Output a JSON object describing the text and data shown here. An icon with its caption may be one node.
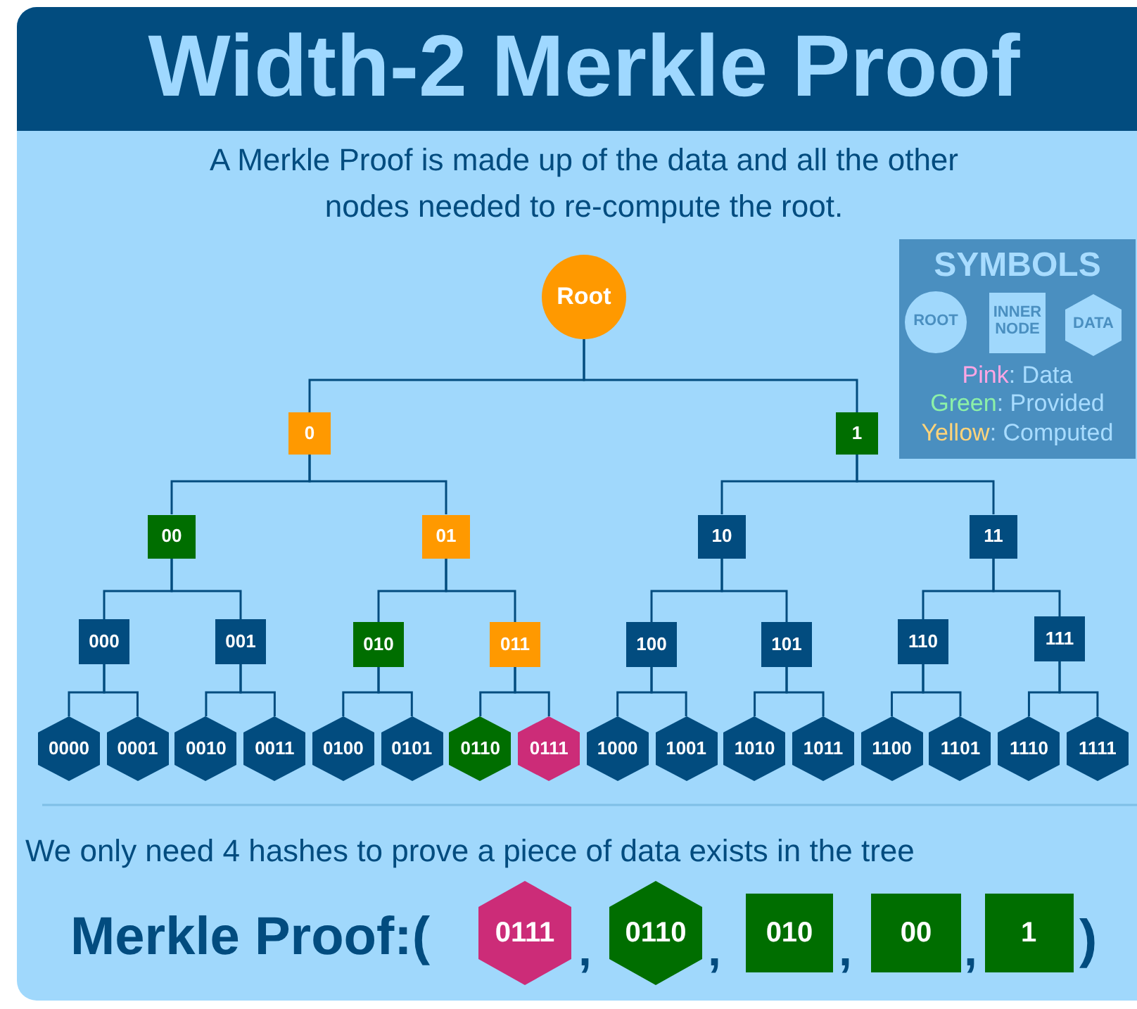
{
  "diagram": {
    "title": "Width-2 Merkle Proof",
    "nodes": [
      {
        "text": [
          "Root"
        ]
      },
      {
        "text": [
          "0"
        ]
      },
      {
        "text": [
          "1"
        ]
      },
      {
        "text": [
          "00"
        ]
      },
      {
        "text": [
          "01"
        ]
      },
      {
        "text": [
          "10"
        ]
      },
      {
        "text": [
          "11"
        ]
      },
      {
        "text": [
          "000"
        ]
      },
      {
        "text": [
          "001"
        ]
      },
      {
        "text": [
          "010"
        ]
      },
      {
        "text": [
          "011"
        ]
      },
      {
        "text": [
          "100"
        ]
      },
      {
        "text": [
          "101"
        ]
      },
      {
        "text": [
          "110"
        ]
      },
      {
        "text": [
          "111"
        ]
      },
      {
        "text": [
          "0000"
        ]
      },
      {
        "text": [
          "0001"
        ]
      },
      {
        "text": [
          "0010"
        ]
      },
      {
        "text": [
          "0011"
        ]
      },
      {
        "text": [
          "0100"
        ]
      },
      {
        "text": [
          "0101"
        ]
      },
      {
        "text": [
          "0110"
        ]
      },
      {
        "text": [
          "0111"
        ]
      },
      {
        "text": [
          "1000"
        ]
      },
      {
        "text": [
          "1001"
        ]
      },
      {
        "text": [
          "1010"
        ]
      },
      {
        "text": [
          "1011"
        ]
      },
      {
        "text": [
          "1100"
        ]
      },
      {
        "text": [
          "1101"
        ]
      },
      {
        "text": [
          "1110"
        ]
      },
      {
        "text": [
          "1111"
        ]
      },
      {
        "text": [
          "SYMBOLS"
        ]
      },
      {
        "text": [
          "ROOT"
        ],
        "in": 31
      },
      {
        "text": [
          "INNER NODE"
        ],
        "in": 31
      },
      {
        "text": [
          "DATA"
        ],
        "in": 31
      },
      {
        "text": [
          "0111"
        ]
      },
      {
        "text": [
          "0110"
        ]
      },
      {
        "text": [
          "010"
        ]
      },
      {
        "text": [
          "00"
        ]
      },
      {
        "text": [
          "1"
        ]
      }
    ],
    "edges": [
      {
        "from": 0,
        "to": 1,
        "arrow": "none"
      },
      {
        "from": 0,
        "to": 2,
        "arrow": "none"
      },
      {
        "from": 1,
        "to": 3,
        "arrow": "none"
      },
      {
        "from": 1,
        "to": 4,
        "arrow": "none"
      },
      {
        "from": 2,
        "to": 5,
        "arrow": "none"
      },
      {
        "from": 2,
        "to": 6,
        "arrow": "none"
      },
      {
        "from": 3,
        "to": 7,
        "arrow": "none"
      },
      {
        "from": 3,
        "to": 8,
        "arrow": "none"
      },
      {
        "from": 4,
        "to": 9,
        "arrow": "none"
      },
      {
        "from": 4,
        "to": 10,
        "arrow": "none"
      },
      {
        "from": 5,
        "to": 11,
        "arrow": "none"
      },
      {
        "from": 5,
        "to": 12,
        "arrow": "none"
      },
      {
        "from": 6,
        "to": 13,
        "arrow": "none"
      },
      {
        "from": 6,
        "to": 14,
        "arrow": "none"
      },
      {
        "from": 7,
        "to": 15,
        "arrow": "none"
      },
      {
        "from": 7,
        "to": 16,
        "arrow": "none"
      },
      {
        "from": 8,
        "to": 17,
        "arrow": "none"
      },
      {
        "from": 8,
        "to": 18,
        "arrow": "none"
      },
      {
        "from": 9,
        "to": 19,
        "arrow": "none"
      },
      {
        "from": 9,
        "to": 20,
        "arrow": "none"
      },
      {
        "from": 10,
        "to": 21,
        "arrow": "none"
      },
      {
        "from": 10,
        "to": 22,
        "arrow": "none"
      },
      {
        "from": 11,
        "to": 23,
        "arrow": "none"
      },
      {
        "from": 11,
        "to": 24,
        "arrow": "none"
      },
      {
        "from": 12,
        "to": 25,
        "arrow": "none"
      },
      {
        "from": 12,
        "to": 26,
        "arrow": "none"
      },
      {
        "from": 13,
        "to": 27,
        "arrow": "none"
      },
      {
        "from": 13,
        "to": 28,
        "arrow": "none"
      },
      {
        "from": 14,
        "to": 29,
        "arrow": "none"
      },
      {
        "from": 14,
        "to": 30,
        "arrow": "none"
      }
    ],
    "labels": [
      "A Merkle Proof is made up of the data and all the other nodes needed to re-compute the root.",
      "We only need 4 hashes to prove a piece of data exists in the tree",
      "Merkle Proof:(",
      ",",
      ",",
      ",",
      ",",
      ")"
    ],
    "legend": [
      {
        "text": "Pink: Data",
        "color": "#ffa6e4"
      },
      {
        "text": "Green: Provided",
        "color": "#8cf0a8"
      },
      {
        "text": "Yellow: Computed",
        "color": "#ffd47a"
      }
    ]
  }
}
